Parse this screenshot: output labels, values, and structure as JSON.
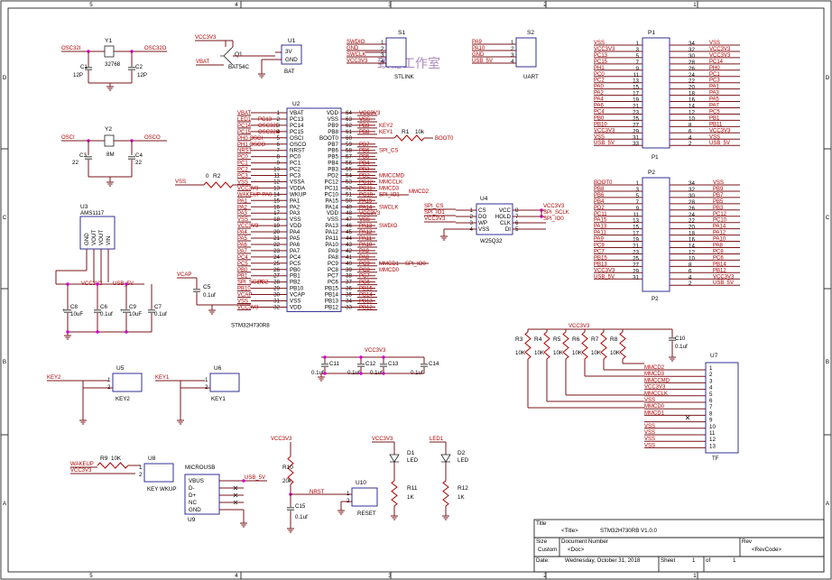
{
  "watermark": "致秘工作室",
  "frame": {
    "col_labels": [
      "5",
      "4",
      "3",
      "2",
      "1"
    ],
    "row_labels": [
      "D",
      "C",
      "B",
      "A"
    ]
  },
  "components": {
    "y1": {
      "ref": "Y1",
      "value": "32768",
      "c1": "C1",
      "c1v": "12P",
      "c2": "C2",
      "c2v": "12P",
      "net_in": "OSC32I",
      "net_out": "OSC32O"
    },
    "y2": {
      "ref": "Y2",
      "value": "8M",
      "c3": "C3",
      "c3v": "22",
      "c4": "C4",
      "c4v": "22",
      "net_in": "OSCI",
      "net_out": "OSCO"
    },
    "q1": {
      "ref": "Q1",
      "value": "BAT54C",
      "net": "VCC3V3",
      "vbat": "VBAT"
    },
    "u1": {
      "ref": "U1",
      "pins": [
        "3V",
        "GND"
      ],
      "value": "BAT"
    },
    "s1": {
      "ref": "S1",
      "value": "STLINK",
      "nets": [
        "SWDIO",
        "GND",
        "SWCLK",
        "VCC3V3"
      ]
    },
    "s2": {
      "ref": "S2",
      "value": "UART",
      "nets": [
        "PA9",
        "PA10",
        "GND",
        "USB_5V"
      ]
    },
    "u2": {
      "ref": "U2",
      "value": "STM32H730R8",
      "left_pins": [
        [
          "VBAT",
          "1"
        ],
        [
          "PC13",
          "2"
        ],
        [
          "PC14",
          "3"
        ],
        [
          "PC15",
          "4"
        ],
        [
          "OSCI",
          "5"
        ],
        [
          "OSCO",
          "6"
        ],
        [
          "NRST",
          "7"
        ],
        [
          "PC0",
          "8"
        ],
        [
          "PC1",
          "9"
        ],
        [
          "PC2",
          "10"
        ],
        [
          "PC3",
          "11"
        ],
        [
          "VSSA",
          "12"
        ],
        [
          "VDDA",
          "13"
        ],
        [
          "WKUP",
          "14"
        ],
        [
          "PA1",
          "15"
        ],
        [
          "PA2",
          "16"
        ],
        [
          "PA3",
          "17"
        ],
        [
          "VSS",
          "18"
        ],
        [
          "VDD",
          "19"
        ],
        [
          "PA4",
          "20"
        ],
        [
          "PA5",
          "21"
        ],
        [
          "PA6",
          "22"
        ],
        [
          "PA7",
          "23"
        ],
        [
          "PC4",
          "24"
        ],
        [
          "PC5",
          "25"
        ],
        [
          "PB0",
          "26"
        ],
        [
          "PB1",
          "27"
        ],
        [
          "PB2",
          "28"
        ],
        [
          "PB10",
          "29"
        ],
        [
          "VCAP",
          "30"
        ],
        [
          "VSS",
          "31"
        ],
        [
          "VDD",
          "32"
        ]
      ],
      "left_nets": [
        "VBAT",
        "LED1",
        "PC14",
        "PC15",
        "PH0 OSCI",
        "PH1 OSCO",
        "NRST",
        "PC0",
        "PC1",
        "PC2",
        "PC3",
        "VSS",
        "VCC3V3",
        "WAKEUP PA0",
        "PA1",
        "PA2",
        "PA3",
        "VSS",
        "VCC3V3",
        "PA4",
        "PA5",
        "PA6",
        "PA7",
        "PC4",
        "PC5",
        "PB0",
        "PB1",
        "SPI_SCLK",
        "PB10",
        "VCAP",
        "VSS",
        "VCC3V3"
      ],
      "left_sub": [
        "",
        "PC13",
        "OSC32I",
        "OSC32O",
        "",
        "",
        "",
        "",
        "",
        "",
        "",
        "",
        "",
        "",
        "",
        "",
        "",
        "",
        "",
        "",
        "",
        "",
        "",
        "",
        "",
        "",
        "",
        "PB2",
        "",
        "",
        "",
        ""
      ],
      "right_pins": [
        [
          "VDD",
          "64"
        ],
        [
          "VSS",
          "63"
        ],
        [
          "PB9",
          "62"
        ],
        [
          "PB8",
          "61"
        ],
        [
          "BOOT0",
          "60"
        ],
        [
          "PB7",
          "59"
        ],
        [
          "PB6",
          "58"
        ],
        [
          "PB5",
          "57"
        ],
        [
          "PB4",
          "56"
        ],
        [
          "PB3",
          "55"
        ],
        [
          "PD2",
          "54"
        ],
        [
          "PC12",
          "53"
        ],
        [
          "PC11",
          "52"
        ],
        [
          "PC10",
          "51"
        ],
        [
          "PA15",
          "50"
        ],
        [
          "PA14",
          "49"
        ],
        [
          "VDD",
          "48"
        ],
        [
          "VSS",
          "47"
        ],
        [
          "PA13",
          "46"
        ],
        [
          "PA12",
          "45"
        ],
        [
          "PA11",
          "44"
        ],
        [
          "PA10",
          "43"
        ],
        [
          "PA9",
          "42"
        ],
        [
          "PA8",
          "41"
        ],
        [
          "PC9",
          "40"
        ],
        [
          "PC8",
          "39"
        ],
        [
          "PC7",
          "38"
        ],
        [
          "PC6",
          "37"
        ],
        [
          "PB15",
          "36"
        ],
        [
          "PB14",
          "35"
        ],
        [
          "PB13",
          "34"
        ],
        [
          "PB12",
          "33"
        ]
      ],
      "right_nets": [
        "VCC3V3",
        "VSS",
        "PB9",
        "PB8",
        "",
        "PB7",
        "PB6",
        "PB5",
        "PB4",
        "PB3",
        "PD2",
        "PC12",
        "PC11",
        "PC10",
        "PA15",
        "PA14",
        "VCC3V3",
        "VSS",
        "PA13",
        "PA12",
        "PA11",
        "PA10",
        "PA9",
        "PA8",
        "PC9",
        "PC8",
        "PC7",
        "PC6",
        "PB15",
        "PB14",
        "PB13",
        "PB12"
      ],
      "right_sub": [
        "",
        "",
        "KEY2",
        "KEY1",
        "",
        "",
        "SPI_CS",
        "",
        "",
        "",
        "MMCCMD",
        "MMCCLK",
        "MMCD3",
        "SPI_IO1",
        "",
        "SWCLK",
        "",
        "",
        "SWDIO",
        "",
        "",
        "",
        "",
        "",
        "MMCD1",
        "MMCD0",
        "",
        "",
        "",
        "",
        "",
        ""
      ]
    },
    "r1": {
      "ref": "R1",
      "value": "10k",
      "net": "BOOT0"
    },
    "r2": {
      "ref": "R2",
      "value": "0",
      "net": "VSS"
    },
    "mmcd2": "MMCD2",
    "spi_io0": "SPI_IO0",
    "u3": {
      "ref": "U3",
      "value": "AMS1117",
      "pins": [
        "GND",
        "VOUT",
        "VOUT",
        "VIN"
      ],
      "c_vcc": "VCC3V3",
      "c_usb": "USB_5V",
      "caps": [
        [
          "C8",
          "10uF"
        ],
        [
          "C6",
          "0.1uf"
        ],
        [
          "C9",
          "10uF"
        ],
        [
          "C7",
          "0.1uf"
        ]
      ]
    },
    "c5": {
      "ref": "C5",
      "value": "0.1uf",
      "net": "VCAP"
    },
    "u4": {
      "ref": "U4",
      "value": "W25Q32",
      "pins_l": [
        "CS",
        "DO",
        "WP",
        "VSS"
      ],
      "pins_r": [
        "VCC",
        "HOLD",
        "CLK",
        "DI"
      ],
      "nets_l": [
        "SPI_CS",
        "SPI_IO1",
        "VCC3V3"
      ],
      "nets_r": [
        "VCC3V3",
        "SPI_SCLK",
        "SPI_IO0"
      ]
    },
    "p1": {
      "ref": "P1",
      "left": [
        "VSS",
        "VCC3V3",
        "PC13",
        "PC15",
        "PH1",
        "PC0",
        "PC2",
        "PA0",
        "PA2",
        "PA4",
        "PA6",
        "PC4",
        "PB0",
        "PB10",
        "VCC3V3",
        "VSS",
        "USB_5V"
      ],
      "right": [
        "VSS",
        "VCC3V3",
        "VCC3V3",
        "PC14",
        "PH0",
        "PC1",
        "PC3",
        "PA1",
        "PA3",
        "PA5",
        "PA7",
        "PC5",
        "PB1",
        "PB11",
        "VCC3V3",
        "VSS",
        "USB_5V"
      ]
    },
    "p2": {
      "ref": "P2",
      "left": [
        "BOOT0",
        "PB8",
        "PB6",
        "PB4",
        "PD2",
        "PC11",
        "PA15",
        "PA13",
        "PA11",
        "PA9",
        "PC9",
        "PC7",
        "PB15",
        "PB13",
        "VCC3V3",
        "USB_5V"
      ],
      "right": [
        "VSS",
        "PB9",
        "PB7",
        "PB5",
        "PB3",
        "PC12",
        "PC10",
        "PA14",
        "PA12",
        "PA10",
        "PA8",
        "PC8",
        "PC6",
        "PB14",
        "PB12",
        "VCC3V3",
        "USB_5V"
      ]
    },
    "u7": {
      "ref": "U7",
      "value": "TF",
      "nets": [
        "MMCD2",
        "MMCD3",
        "MMCCMD",
        "VCC3V3",
        "MMCCLK",
        "VSS",
        "MMCD0",
        "MMCD1",
        "",
        "VSS",
        "VSS",
        "VSS",
        "VSS"
      ],
      "res": [
        [
          "R3",
          "10K"
        ],
        [
          "R4",
          "10K"
        ],
        [
          "R5",
          "10K"
        ],
        [
          "R6",
          "10K"
        ],
        [
          "R7",
          "10K"
        ],
        [
          "R8",
          "10K"
        ]
      ],
      "c10": [
        "C10",
        "0.1uf"
      ],
      "top_net": "VCC3V3"
    },
    "decoup": {
      "net": "VCC3V3",
      "caps": [
        [
          "C11",
          "0.1uf"
        ],
        [
          "C12",
          "0.1uf"
        ],
        [
          "C13",
          "0.1uf"
        ],
        [
          "C14",
          "0.1uf"
        ]
      ]
    },
    "u5": {
      "ref": "U5",
      "value": "KEY2",
      "net": "KEY2"
    },
    "u6": {
      "ref": "U6",
      "value": "KEY1",
      "net": "KEY1"
    },
    "u8": {
      "ref": "U8",
      "value": "KEY WKUP",
      "r": [
        "R9",
        "10K"
      ],
      "nets": [
        "WAKEUP",
        "VCC3V3"
      ]
    },
    "u9": {
      "ref": "U9",
      "value": "MICROUSB",
      "pins": [
        "VBUS",
        "D-",
        "D+",
        "NC",
        "GND"
      ],
      "net": "USB_5V"
    },
    "u10": {
      "ref": "U10",
      "value": "RESET",
      "net": "NRST",
      "r": [
        "R10",
        "20k"
      ],
      "c": [
        "C15",
        "0.1uf"
      ],
      "vcc": "VCC3V3"
    },
    "d1": {
      "ref": "D1",
      "value": "LED",
      "r": [
        "R11",
        "1K"
      ],
      "net": "VCC3V3"
    },
    "d2": {
      "ref": "D2",
      "value": "LED",
      "r": [
        "R12",
        "1K"
      ],
      "net": "LED1"
    }
  },
  "title_block": {
    "title_label": "Title",
    "title_val": "<Title>",
    "title_extra": "STM32H730RB  V1.0.0",
    "size_label": "Size",
    "size_val": "Custom",
    "docnum_label": "Document Number",
    "docnum_val": "<Doc>",
    "rev_label": "Rev",
    "rev_val": "<RevCode>",
    "date_label": "Date:",
    "date_val": "Wednesday, October 31, 2018",
    "sheet_label": "Sheet",
    "sheet_num": "1",
    "of_label": "of",
    "sheet_total": "1"
  }
}
